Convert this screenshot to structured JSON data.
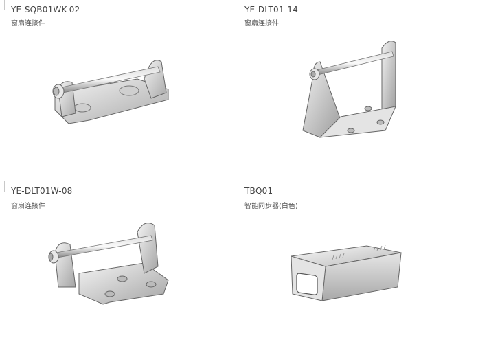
{
  "products": [
    {
      "code": "YE-SQB01WK-02",
      "name": "窗扇连接件",
      "image_icon": "hinge-bracket-short-icon"
    },
    {
      "code": "YE-DLT01-14",
      "name": "窗扇连接件",
      "image_icon": "hinge-bracket-tall-icon"
    },
    {
      "code": "YE-DLT01W-08",
      "name": "窗扇连接件",
      "image_icon": "hinge-bracket-wide-plate-icon"
    },
    {
      "code": "TBQ01",
      "name": "智能同步器(白色)",
      "image_icon": "synchronizer-box-icon"
    }
  ]
}
